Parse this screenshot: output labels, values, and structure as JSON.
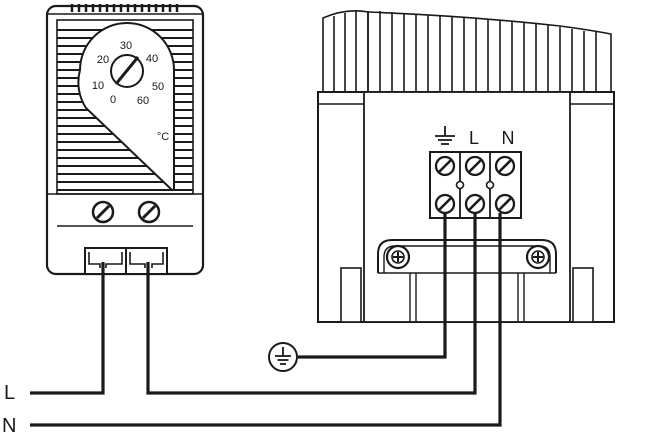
{
  "thermostat": {
    "dial_scale": [
      "0",
      "10",
      "20",
      "30",
      "40",
      "50",
      "60"
    ],
    "unit": "°C"
  },
  "heater": {
    "terminal_labels": [
      "L",
      "N"
    ],
    "earth_symbol": "protective-earth-icon"
  },
  "wire_labels": {
    "line": "L",
    "neutral": "N"
  },
  "colors": {
    "ink": "#1a1a1a",
    "device_fill": "#ffffff",
    "wire": "#1a1a1a"
  }
}
